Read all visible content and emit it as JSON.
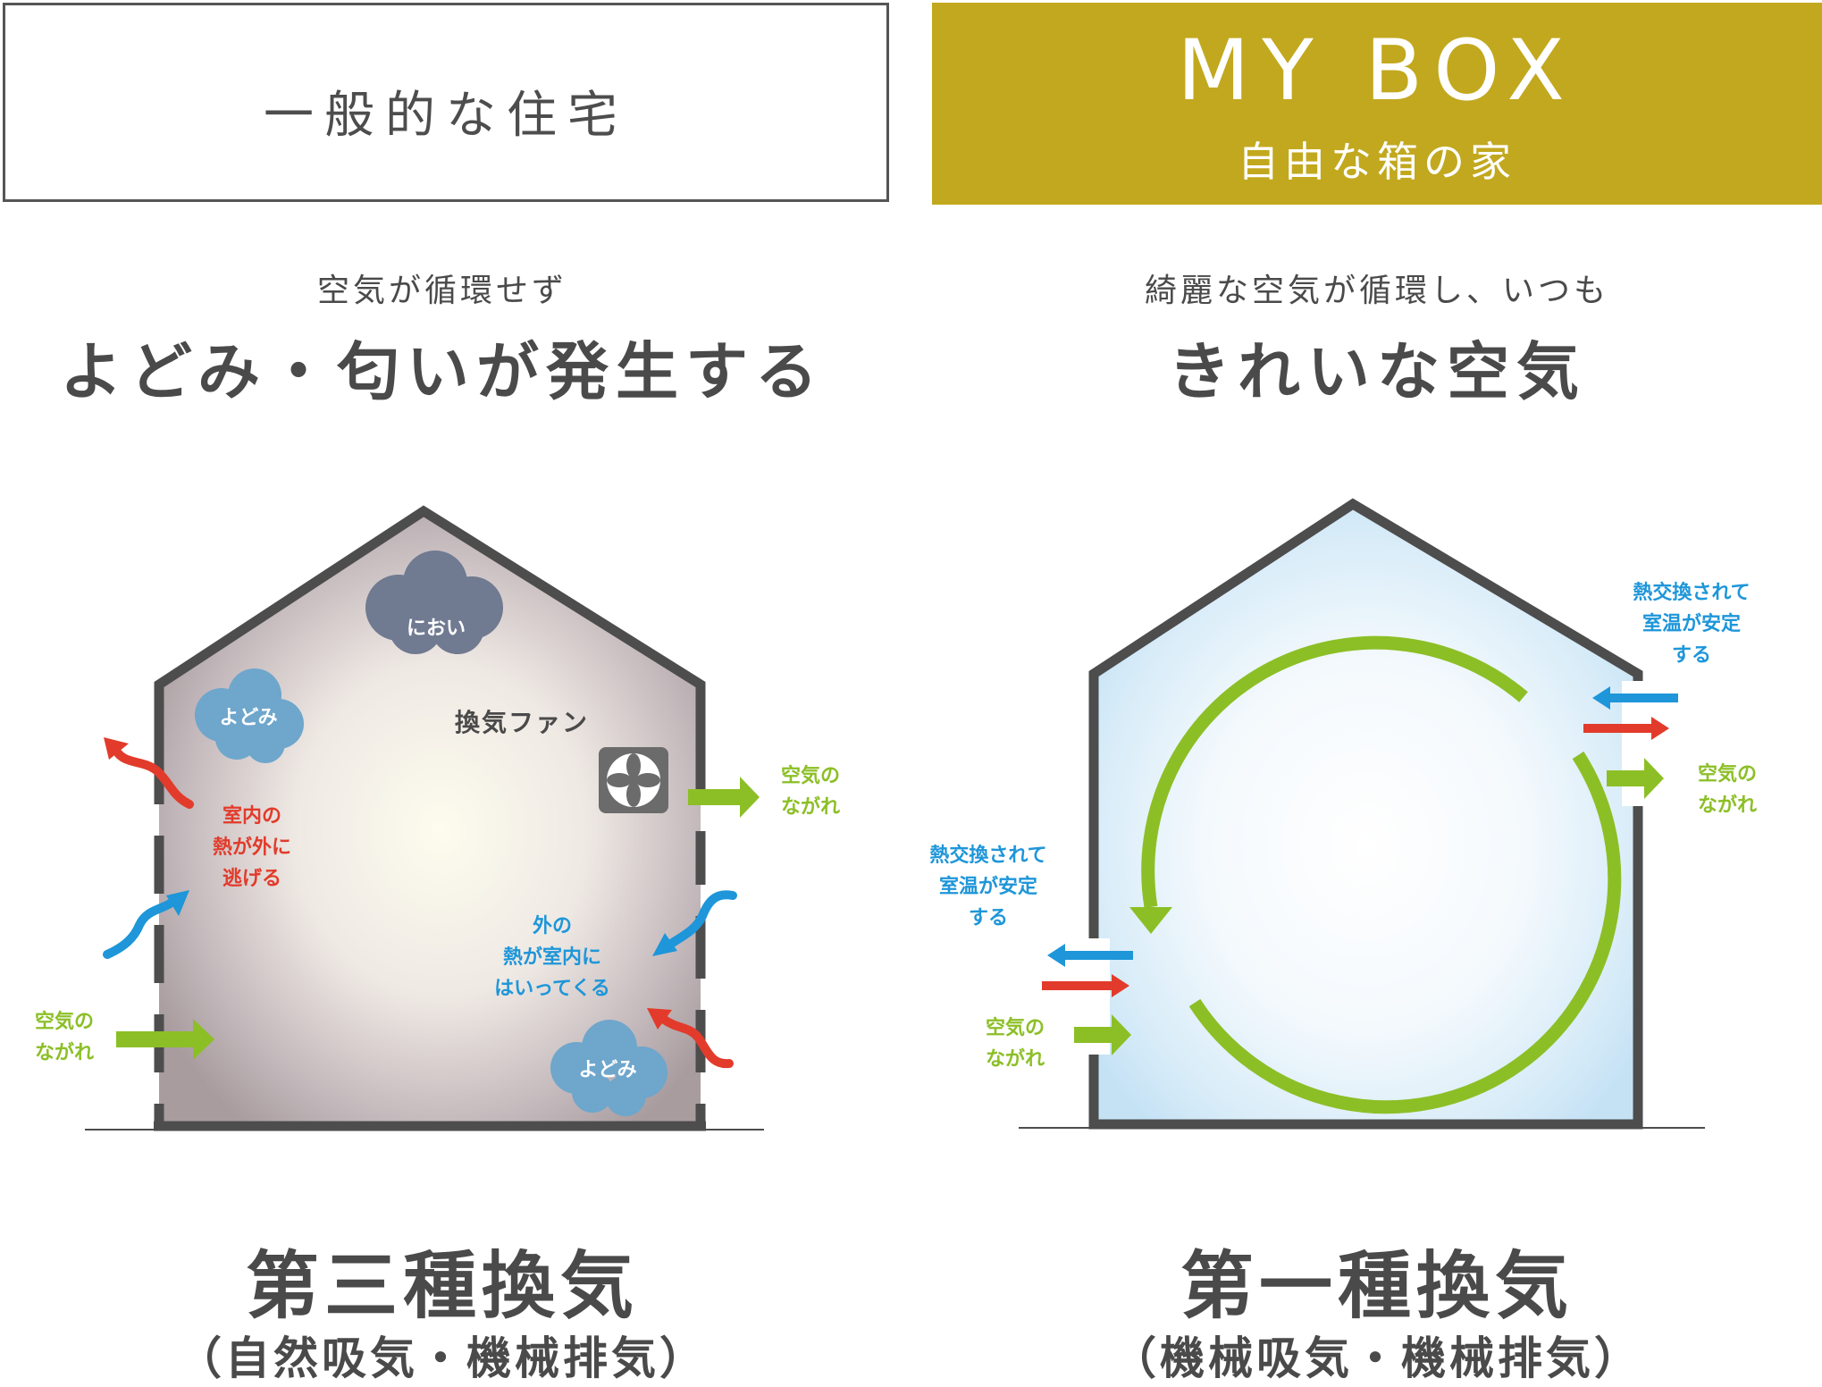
{
  "left_header": {
    "title": "一般的な住宅"
  },
  "right_header": {
    "title": "MY BOX",
    "subtitle": "自由な箱の家"
  },
  "left_lead": {
    "small": "空気が循環せず",
    "big": "よどみ・匂いが発生する"
  },
  "right_lead": {
    "small": "綺麗な空気が循環し、いつも",
    "big": "きれいな空気"
  },
  "left_diagram": {
    "odor_cloud": "におい",
    "stagnation_top": "よどみ",
    "stagnation_bottom": "よどみ",
    "fan_label": "換気ファン",
    "heat_escape": [
      "室内の",
      "熱が外に",
      "逃げる"
    ],
    "heat_enter": [
      "外の",
      "熱が室内に",
      "はいってくる"
    ],
    "airflow_right": [
      "空気の",
      "ながれ"
    ],
    "airflow_left": [
      "空気の",
      "ながれ"
    ]
  },
  "right_diagram": {
    "heat_exchange_right": [
      "熱交換されて",
      "室温が安定",
      "する"
    ],
    "airflow_right": [
      "空気の",
      "ながれ"
    ],
    "heat_exchange_left": [
      "熱交換されて",
      "室温が安定",
      "する"
    ],
    "airflow_left": [
      "空気の",
      "ながれ"
    ]
  },
  "left_footer": {
    "big": "第三種換気",
    "small": "（自然吸気・機械排気）"
  },
  "right_footer": {
    "big": "第一種換気",
    "small": "（機械吸気・機械排気）"
  },
  "colors": {
    "gold": "#c2a81e",
    "house_wall": "#4d4d4d",
    "green_arrow": "#8cbf26",
    "blue_arrow": "#1e96d9",
    "red_arrow": "#e23b2b",
    "cloud_dark": "#707a91",
    "cloud_light": "#6ea6cc"
  }
}
